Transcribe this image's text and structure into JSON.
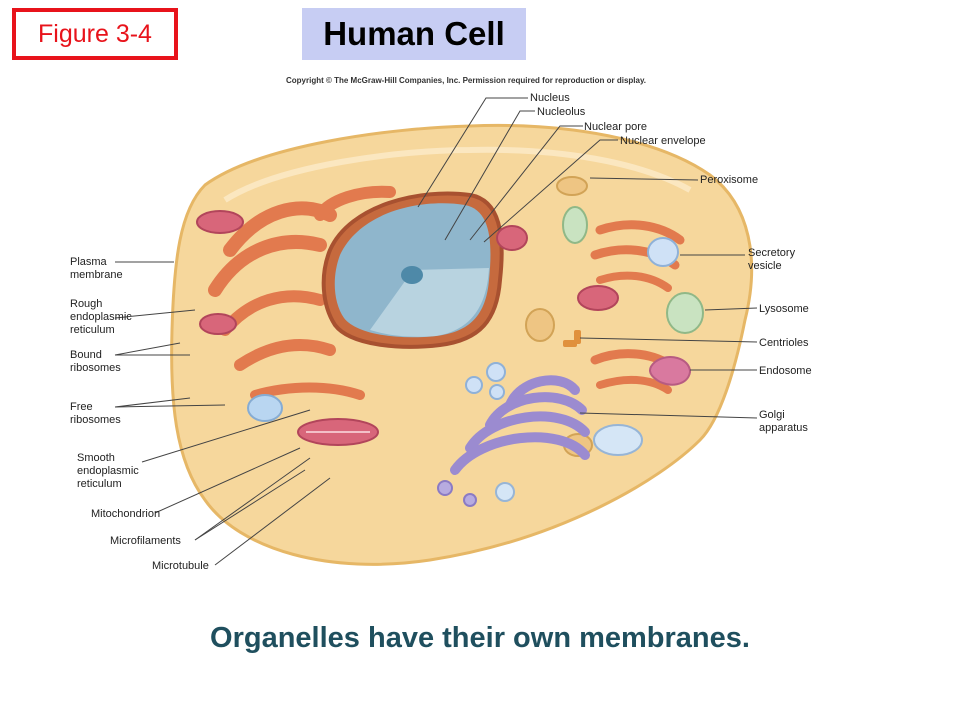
{
  "figure_label": "Figure 3-4",
  "title": "Human Cell",
  "copyright": "Copyright © The McGraw-Hill Companies, Inc. Permission required for reproduction or display.",
  "caption": "Organelles have their own membranes.",
  "labels": {
    "nucleus": "Nucleus",
    "nucleolus": "Nucleolus",
    "nuclear_pore": "Nuclear pore",
    "nuclear_envelope": "Nuclear envelope",
    "peroxisome": "Peroxisome",
    "secretory_vesicle": [
      "Secretory",
      "vesicle"
    ],
    "lysosome": "Lysosome",
    "centrioles": "Centrioles",
    "endosome": "Endosome",
    "golgi": [
      "Golgi",
      "apparatus"
    ],
    "plasma_membrane": [
      "Plasma",
      "membrane"
    ],
    "rough_er": [
      "Rough",
      "endoplasmic",
      "reticulum"
    ],
    "bound_ribosomes": [
      "Bound",
      "ribosomes"
    ],
    "free_ribosomes": [
      "Free",
      "ribosomes"
    ],
    "smooth_er": [
      "Smooth",
      "endoplasmic",
      "reticulum"
    ],
    "mitochondrion": "Mitochondrion",
    "microfilaments": "Microfilaments",
    "microtubule": "Microtubule"
  },
  "colors": {
    "figure_label": "#e8131b",
    "title_bg": "#c7cdf3",
    "caption": "#1f4f5e",
    "cytoplasm": "#f6d79c",
    "nucleus": "#8fb6cc",
    "rough_er": "#e27a4e",
    "golgi": "#9b8bd0",
    "mitochondrion": "#d8667a"
  }
}
